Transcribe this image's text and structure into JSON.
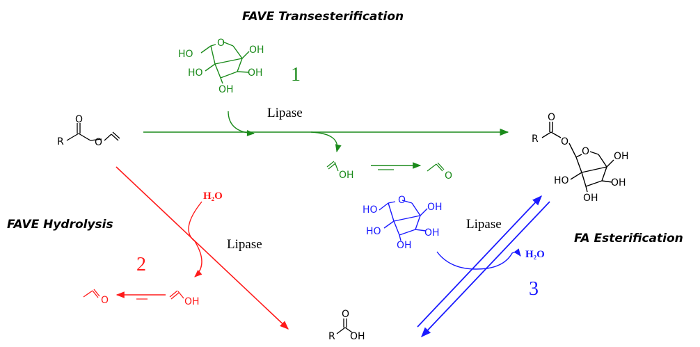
{
  "headings": {
    "transesterification": "FAVE Transesterification",
    "hydrolysis": "FAVE Hydrolysis",
    "esterification": "FA Esterification"
  },
  "enzyme_label": "Lipase",
  "pathway_numbers": {
    "one": "1",
    "two": "2",
    "three": "3"
  },
  "reagents": {
    "water": "H₂O"
  },
  "atoms": {
    "R": "R",
    "O": "O",
    "OH": "OH",
    "HO": "HO"
  },
  "colors": {
    "transesterification": "#1a8a1a",
    "hydrolysis": "#ff1a1a",
    "esterification": "#1a1aff",
    "product": "#000000"
  }
}
